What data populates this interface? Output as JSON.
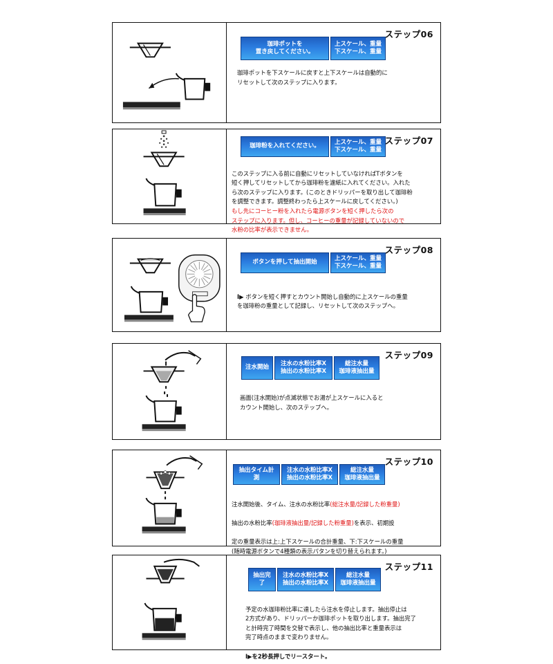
{
  "steps": [
    {
      "title": "ステップ06",
      "panel": [
        "珈琲ポットを\n置き戻してください。",
        "上スケール、重量\n下スケール、重量"
      ],
      "desc": "珈琲ポットを下スケールに戻すと上下スケールは自動的に\nリセットして次のステップに入ります。"
    },
    {
      "title": "ステップ07",
      "panel": [
        "珈琲粉を入れてください。",
        "上スケール、重量\n下スケール、重量"
      ],
      "desc": "このステップに入る前に自動にリセットしていなければTボタンを\n短く押してリセットしてから珈琲粉を濾紙に入れてください。入れた\nら次のステップに入ります。(このときドリッパーを取り出して珈琲粉\nを調整できます。調整終わったら上スケールに戻してください。)",
      "desc_red": "もし先にコーヒー粉を入れたら電源ボタンを短く押したら次の\nステップに入ります。但し、コーヒーの重量が記録していないので\n水粉の比率が表示できません。"
    },
    {
      "title": "ステップ08",
      "panel": [
        "ボタンを押して抽出開始",
        "上スケール、重量\n下スケール、重量"
      ],
      "desc_icon": "I▶",
      "desc": " ボタンを短く押すとカウント開始し自動的に上スケールの重量\nを珈琲粉の重量として記録し、リセットして次のステップへ。"
    },
    {
      "title": "ステップ09",
      "panel": [
        "注水開始",
        "注水の水粉比率X\n抽出の水粉比率X",
        "総注水量\n珈琲液抽出量"
      ],
      "desc": "画面(注水開始)が点滅状態でお湯が上スケールに入ると\nカウント開始し、次のステップへ。"
    },
    {
      "title": "ステップ10",
      "panel": [
        "抽出タイム計測",
        "注水の水粉比率X\n抽出の水粉比率X",
        "総注水量\n珈琲液抽出量"
      ],
      "desc_a": "注水開始後、タイム、注水の水粉比率",
      "desc_a_red": "(総注水量/記録した粉重量)",
      "desc_b": "抽出の水粉比率",
      "desc_b_red": "(珈琲液抽出量/記録した粉重量)",
      "desc_b_tail": "を表示、初期設",
      "desc_c": "定の重量表示は上:上下スケールの合計重量、下:下スケールの重量\n(随時電源ボタンで4種類の表示パタンを切り替えられます。)"
    },
    {
      "title": "ステップ11",
      "panel": [
        "抽出完了",
        "注水の水粉比率X\n抽出の水粉比率X",
        "総注水量\n珈琲液抽出量"
      ],
      "desc": "予定の水珈琲粉比率に達したら注水を停止します。抽出停止は\n2方式があり、ドリッパーか珈琲ポットを取り出します。抽出完了\nと計時完了時間を交替で表示し、他の抽出比率と重量表示は\n完了時点のままで変わりません。",
      "desc_icon": "I▶",
      "desc_last": "を2秒長押しでリースタート。"
    }
  ]
}
